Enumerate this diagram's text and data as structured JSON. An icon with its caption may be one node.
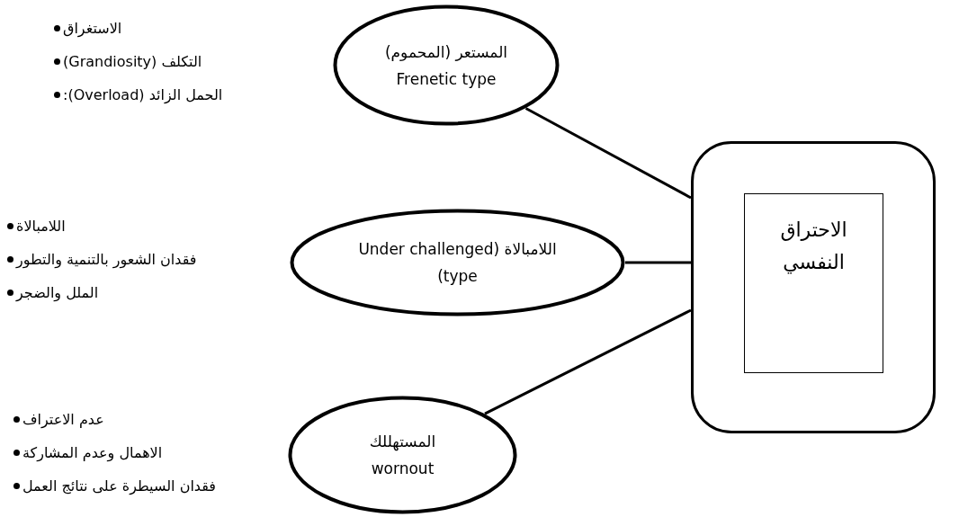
{
  "diagram": {
    "nodes": [
      {
        "text": [],
        "shape": "box"
      },
      {
        "text": [
          "الاحتراق النفسي"
        ],
        "in": 0
      },
      {
        "text": [
          "المستعر (المحموم) Frenetic type"
        ]
      },
      {
        "text": [
          "اللامبالاة (Under challenged type)"
        ]
      },
      {
        "text": [
          "المستهللك wornout"
        ]
      }
    ],
    "edges": [
      {
        "from": 2,
        "to": 0,
        "arrow": "none"
      },
      {
        "from": 3,
        "to": 0,
        "arrow": "none"
      },
      {
        "from": 4,
        "to": 0,
        "arrow": "none"
      }
    ],
    "labels": [
      "الاستغراق",
      "التكلف (Grandiosity)",
      "الحمل الزائد (Overload):",
      "اللامبالاة",
      "فقدان الشعور بالتنمية والتطور",
      "الملل والضجر",
      "عدم الاعتراف",
      "الاهمال وعدم المشاركة",
      "فقدان السيطرة على نتائج العمل"
    ]
  }
}
